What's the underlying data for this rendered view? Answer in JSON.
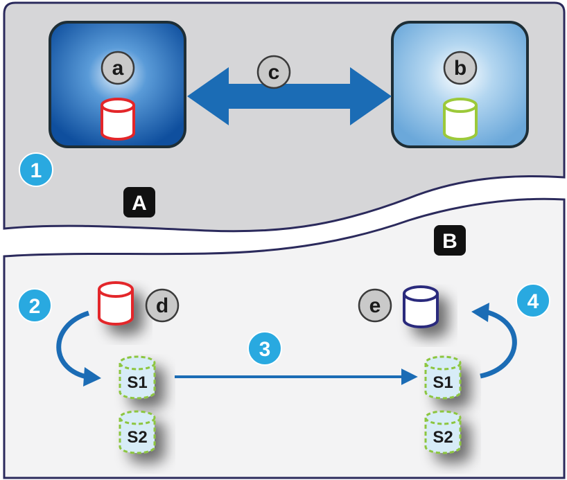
{
  "markers": {
    "a": "a",
    "b": "b",
    "c": "c",
    "d": "d",
    "e": "e"
  },
  "steps": {
    "s1": "1",
    "s2": "2",
    "s3": "3",
    "s4": "4"
  },
  "panels": {
    "top_label": "A",
    "bottom_label": "B"
  },
  "segments": {
    "left_1": "S1",
    "left_2": "S2",
    "right_1": "S1",
    "right_2": "S2"
  },
  "colors": {
    "panel_top_bg": "#d6d6d8",
    "panel_bottom_bg": "#f3f3f4",
    "panel_border": "#2b2a5c",
    "server_a_fill": "#1a5fae",
    "server_b_fill": "#8ec0e6",
    "arrow_blue": "#1b6cb5",
    "step_circle": "#29a9e0",
    "marker_circle": "#c9c9c9",
    "db_red": "#e3262a",
    "db_green": "#9cc93a",
    "db_navy": "#2b2a7c",
    "segment_fill": "#d7ecf7",
    "segment_outline": "#8dc63f"
  },
  "icons": [
    "database-icon",
    "bidirectional-arrow-icon",
    "curved-arrow-icon",
    "arrow-right-icon"
  ]
}
